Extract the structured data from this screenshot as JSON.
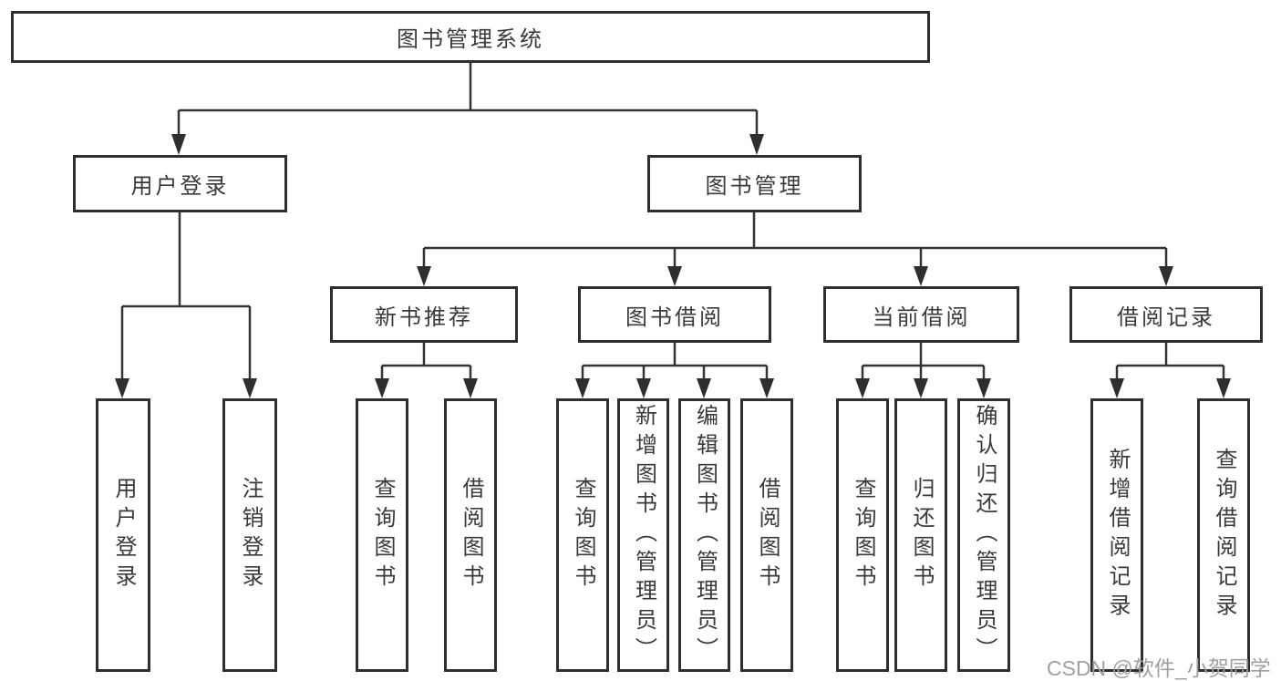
{
  "diagram": {
    "root": "图书管理系统",
    "level2": [
      "用户登录",
      "图书管理"
    ],
    "level3": [
      "新书推荐",
      "图书借阅",
      "当前借阅",
      "借阅记录"
    ],
    "leaves_user_login": [
      "用户登录",
      "注销登录"
    ],
    "leaves_new_book": [
      "查询图书",
      "借阅图书"
    ],
    "leaves_book_borrow": [
      "查询图书",
      "新增图书（管理员）",
      "编辑图书（管理员）",
      "借阅图书"
    ],
    "leaves_current_borrow": [
      "查询图书",
      "归还图书",
      "确认归还（管理员）"
    ],
    "leaves_borrow_record": [
      "新增借阅记录",
      "查询借阅记录"
    ]
  },
  "watermark": "CSDN @软件_小贺同学",
  "colors": {
    "box_border": "#2e2e2e",
    "line": "#333333",
    "text": "#3a3a3a",
    "watermark": "#a0a0a0",
    "background": "#ffffff"
  }
}
